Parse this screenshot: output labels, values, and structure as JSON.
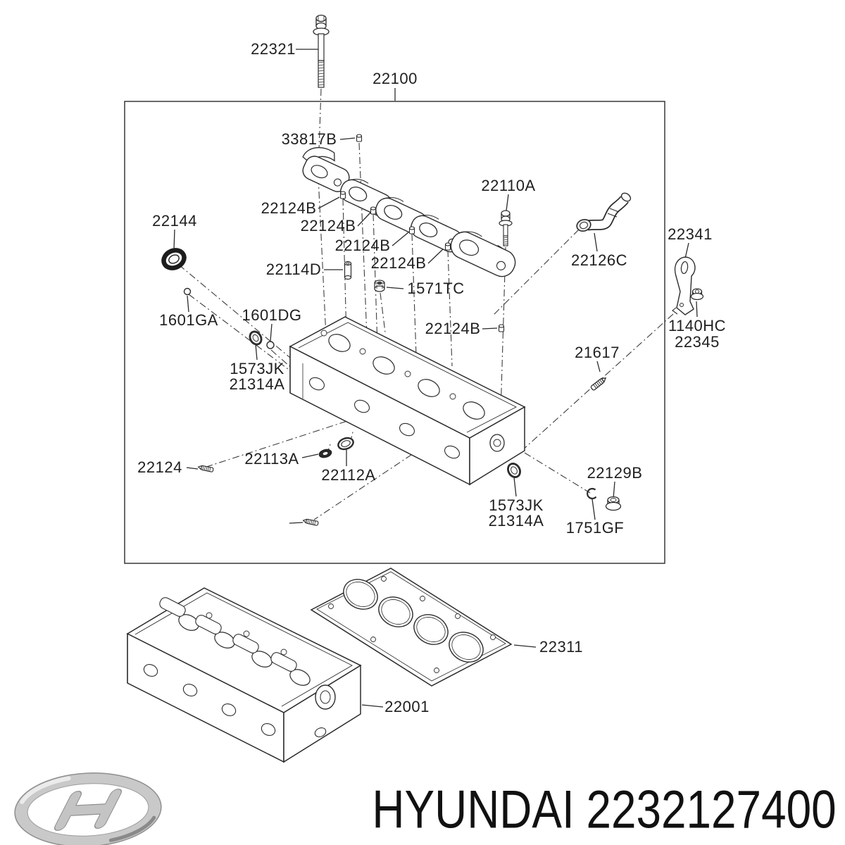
{
  "callouts": {
    "c22321": "22321",
    "c22100": "22100",
    "c33817B": "33817B",
    "c22110A": "22110A",
    "c22124B": "22124B",
    "c22144": "22144",
    "c22126C": "22126C",
    "c22341": "22341",
    "c22114D": "22114D",
    "c1571TC": "1571TC",
    "c1601GA": "1601GA",
    "c1601DG": "1601DG",
    "c1140HC": "1140HC",
    "c22345": "22345",
    "c21617": "21617",
    "c1573JK": "1573JK",
    "c21314A": "21314A",
    "c22124": "22124",
    "c22113A": "22113A",
    "c22112A": "22112A",
    "c22129B": "22129B",
    "c1751GF": "1751GF",
    "c22311": "22311",
    "c22001": "22001"
  },
  "footer": {
    "brand": "HYUNDAI",
    "part_number": "2232127400"
  },
  "icons": {
    "logo": "hyundai-logo"
  },
  "colors": {
    "background": "#ffffff",
    "line": "#2b2b2b",
    "text": "#1f1f1f",
    "logo_silver": "#c6c6c6"
  }
}
